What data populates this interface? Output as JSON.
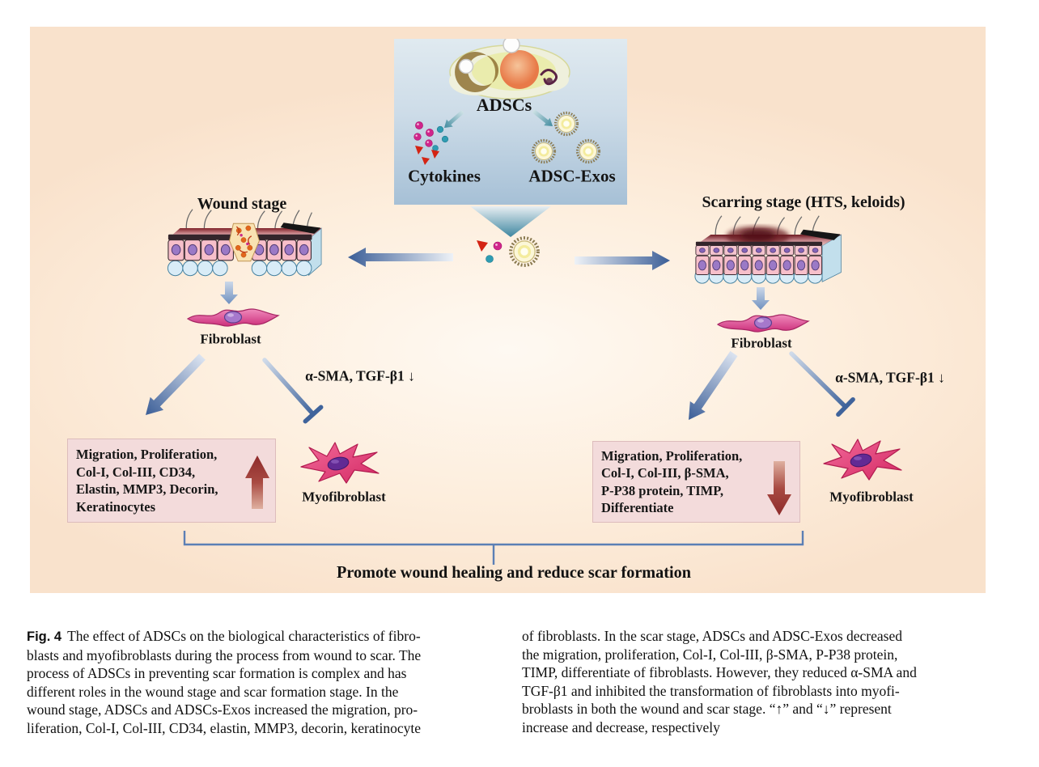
{
  "figure": {
    "adsc_panel": {
      "title": "ADSCs",
      "left_label": "Cytokines",
      "right_label": "ADSC-Exos"
    },
    "wound": {
      "title": "Wound stage",
      "fibroblast_label": "Fibroblast",
      "inhibit_label": "α-SMA, TGF-β1 ↓",
      "box_text": "Migration, Proliferation,\nCol-I, Col-III, CD34,\nElastin, MMP3, Decorin,\nKeratinocytes",
      "box_trend": "increase",
      "myofibroblast_label": "Myofibroblast"
    },
    "scar": {
      "title": "Scarring stage (HTS, keloids)",
      "fibroblast_label": "Fibroblast",
      "inhibit_label": "α-SMA, TGF-β1 ↓",
      "box_text": "Migration, Proliferation,\nCol-I, Col-III, β-SMA,\nP-P38 protein, TIMP,\nDifferentiate",
      "box_trend": "decrease",
      "myofibroblast_label": "Myofibroblast"
    },
    "conclusion": "Promote wound healing and reduce scar formation"
  },
  "caption": {
    "label": "Fig. 4",
    "column1": "The effect of ADSCs on the biological characteristics of fibro-\nblasts and myofibroblasts during the process from wound to scar. The\nprocess of ADSCs in preventing scar formation is complex and has\ndifferent roles in the wound stage and scar formation stage. In the\nwound stage, ADSCs and ADSCs-Exos increased the migration, pro-\nliferation, Col-I, Col-III, CD34, elastin, MMP3, decorin, keratinocyte",
    "column2": "of fibroblasts. In the scar stage, ADSCs and ADSC-Exos decreased\nthe migration, proliferation, Col-I, Col-III, β-SMA, P-P38 protein,\nTIMP, differentiate of fibroblasts. However, they reduced α-SMA and\nTGF-β1 and inhibited the transformation of fibroblasts into myofi-\nbroblasts in both the wound and scar stage. “↑” and “↓” represent\nincrease and decrease, respectively"
  },
  "icons": {
    "adsc_cell": "stem-cell-blob",
    "cytokines": "colored-particle-cluster",
    "exosomes": "spiky-ring-vesicles",
    "wound_skin": "skin-block-with-wound-gap",
    "scar_skin": "skin-block-with-scar",
    "fibroblast": "spindle-cell",
    "myofibroblast": "spiky-star-cell",
    "increase_arrow": "red-up-arrow",
    "decrease_arrow": "red-down-arrow",
    "inhibition_arrow": "blue-t-bar-arrow"
  },
  "colors": {
    "panel_bg": "#fdeedd",
    "adsc_panel_top": "#e0eaf0",
    "adsc_panel_bottom": "#a6c0d6",
    "effect_box_bg": "#f3dbdb",
    "arrow_blue": "#3b5e97",
    "arrow_red": "#8e2b2b",
    "bracket_blue": "#5b7fb5"
  }
}
